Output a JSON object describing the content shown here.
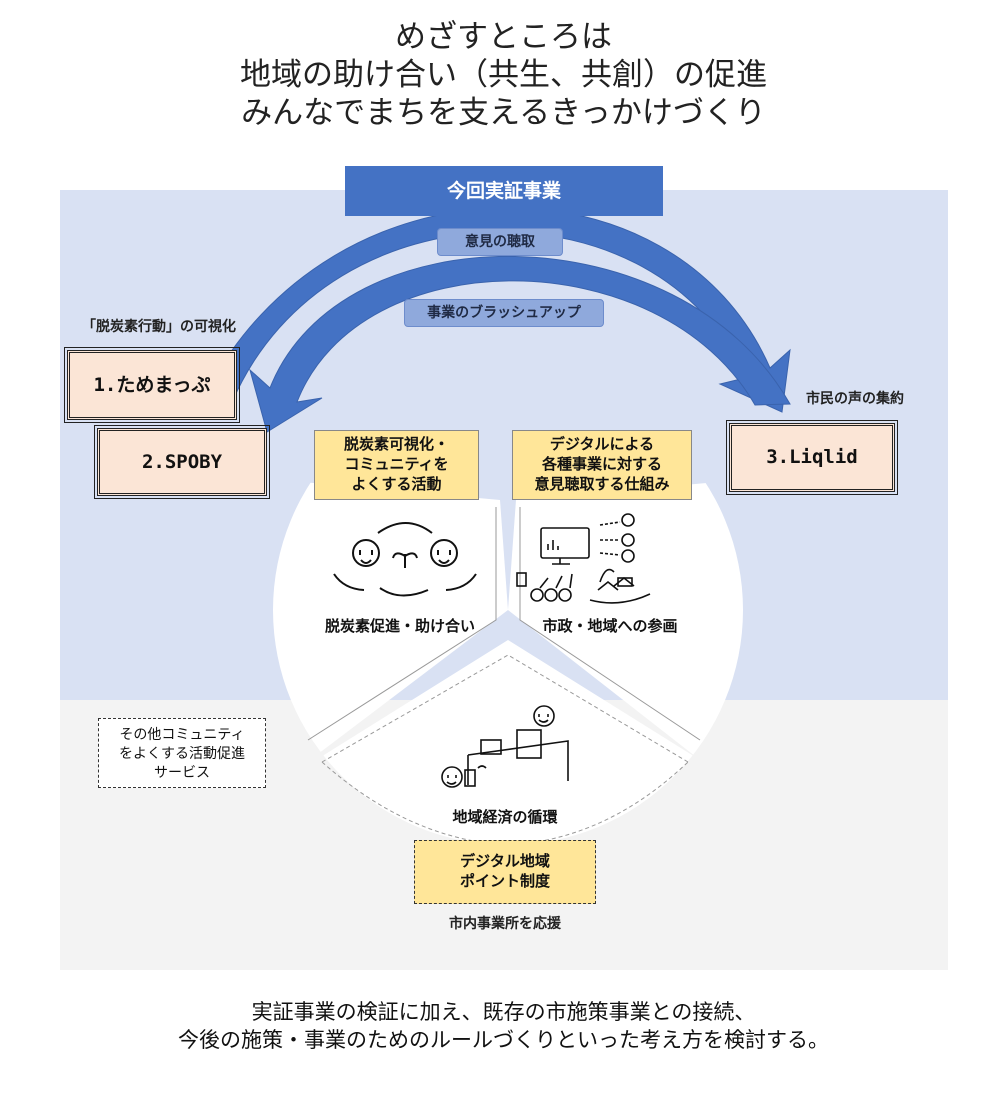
{
  "title": {
    "line1": "めざすところは",
    "line2": "地域の助け合い（共生、共創）の促進",
    "line3": "みんなでまちを支えるきっかけづくり"
  },
  "header": "今回実証事業",
  "arcs": {
    "outer_label": "意見の聴取",
    "inner_label": "事業のブラッシュアップ"
  },
  "left": {
    "caption": "「脱炭素行動」の可視化",
    "app1": "1.ためまっぷ",
    "app2": "2.SPOBY"
  },
  "right": {
    "caption": "市民の声の集約",
    "app3": "3.Liqlid"
  },
  "segments": {
    "left": {
      "box_lines": [
        "脱炭素可視化・",
        "コミュニティを",
        "よくする活動"
      ],
      "label": "脱炭素促進・助け合い"
    },
    "right": {
      "box_lines": [
        "デジタルによる",
        "各種事業に対する",
        "意見聴取する仕組み"
      ],
      "label": "市政・地域への参画"
    },
    "bottom": {
      "label": "地域経済の循環",
      "box_lines": [
        "デジタル地域",
        "ポイント制度"
      ],
      "caption": "市内事業所を応援"
    }
  },
  "other": {
    "lines": [
      "その他コミュニティ",
      "をよくする活動促進",
      "サービス"
    ]
  },
  "footer": {
    "line1": "実証事業の検証に加え、既存の市施策事業との接続、",
    "line2": "今後の施策・事業のためのルールづくりといった考え方を検討する。"
  },
  "colors": {
    "header_blue": "#4472c4",
    "arc_blue": "#4472c4",
    "panel_blue": "#d9e1f3",
    "app_box_fill": "#fbe5d6",
    "yellow_box": "#ffe699"
  }
}
